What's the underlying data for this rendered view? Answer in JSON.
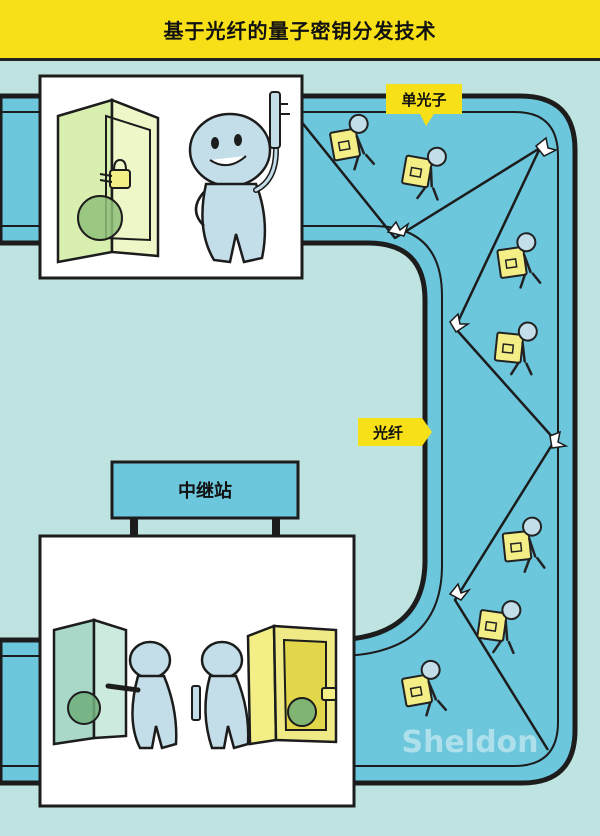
{
  "title": "基于光纤的量子密钥分发技术",
  "labels": {
    "photon": "单光子",
    "fiber": "光纤",
    "relay": "中继站"
  },
  "watermark": "Sheldon",
  "colors": {
    "title_bg": "#f7e017",
    "background": "#bfe3e0",
    "fiber_fill": "#6cc6dc",
    "label_bg": "#f7e017",
    "safe_green": "#eef7c8",
    "safe_yellow": "#f3ef86",
    "person": "#c4dee9"
  }
}
